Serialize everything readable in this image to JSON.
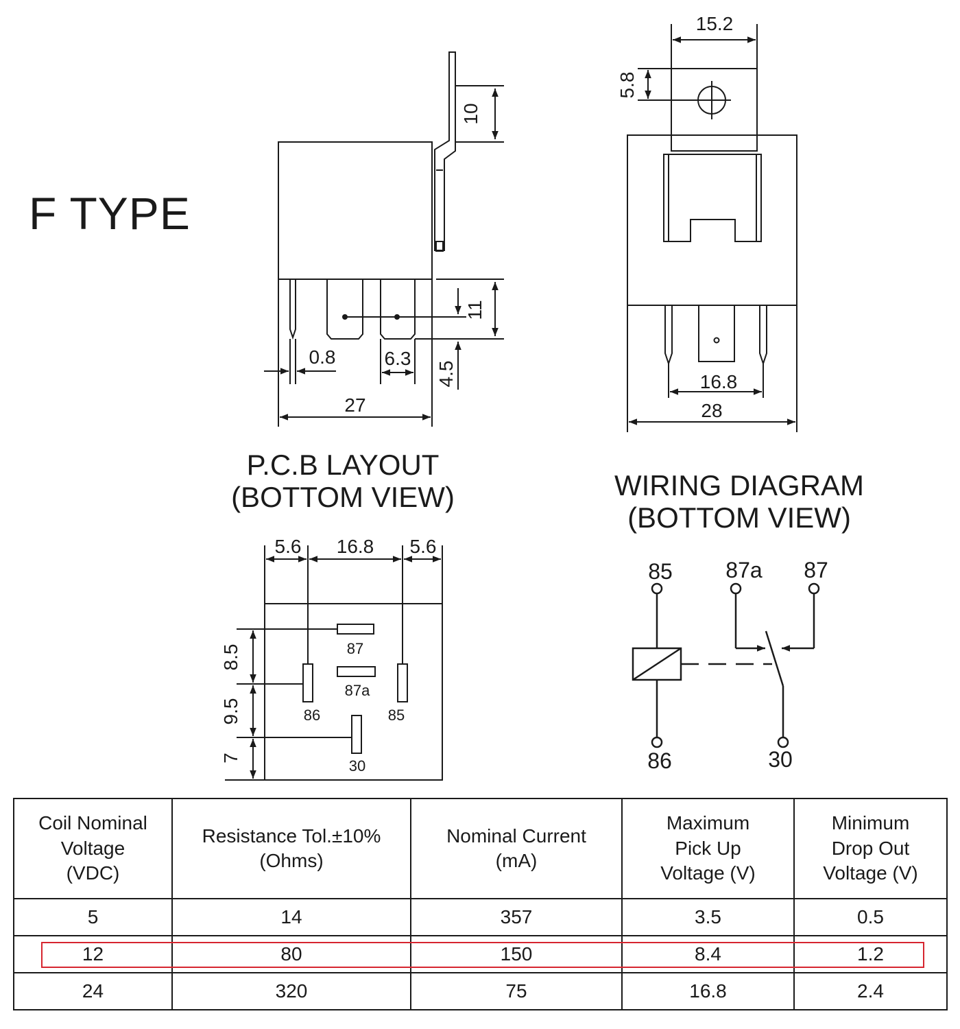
{
  "title": "F TYPE",
  "pcb_layout": {
    "heading_line1": "P.C.B LAYOUT",
    "heading_line2": "(BOTTOM VIEW)",
    "dims": [
      "5.6",
      "16.8",
      "5.6",
      "8.5",
      "9.5",
      "7"
    ],
    "pins": [
      "87",
      "87a",
      "86",
      "85",
      "30"
    ]
  },
  "wiring_diagram": {
    "heading_line1": "WIRING DIAGRAM",
    "heading_line2": "(BOTTOM VIEW)",
    "terminals": [
      "85",
      "87a",
      "87",
      "86",
      "30"
    ]
  },
  "side_view": {
    "dims": [
      "10",
      "11",
      "0.8",
      "6.3",
      "4.5",
      "27"
    ]
  },
  "front_view": {
    "dims": [
      "15.2",
      "5.8",
      "16.8",
      "28"
    ]
  },
  "table": {
    "headers": [
      [
        "Coil Nominal",
        "Voltage",
        "(VDC)"
      ],
      [
        "Resistance Tol.±10%",
        "(Ohms)"
      ],
      [
        "Nominal Current",
        "(mA)"
      ],
      [
        "Maximum",
        "Pick Up",
        "Voltage (V)"
      ],
      [
        "Minimum",
        "Drop Out",
        "Voltage (V)"
      ]
    ],
    "rows": [
      [
        "5",
        "14",
        "357",
        "3.5",
        "0.5"
      ],
      [
        "12",
        "80",
        "150",
        "8.4",
        "1.2"
      ],
      [
        "24",
        "320",
        "75",
        "16.8",
        "2.4"
      ]
    ],
    "highlight_row": 1,
    "highlight_color": "#d6252f"
  }
}
